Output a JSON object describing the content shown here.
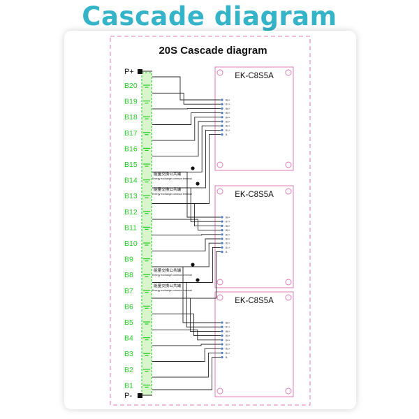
{
  "header": {
    "title": "Cascade diagram"
  },
  "diagram": {
    "title": "20S Cascade diagram",
    "terminals": {
      "positive": "P+",
      "negative": "P-"
    },
    "cells": [
      "B20",
      "B19",
      "B18",
      "B17",
      "B16",
      "B15",
      "B14",
      "B13",
      "B12",
      "B11",
      "B10",
      "B9",
      "B8",
      "B7",
      "B6",
      "B5",
      "B4",
      "B3",
      "B2",
      "B1"
    ],
    "boards": [
      {
        "label": "EK-C8S5A",
        "pins": [
          "B8+",
          "B7+",
          "B6+",
          "B5+",
          "B4+",
          "B3+",
          "B2+",
          "B1+",
          "B-"
        ]
      },
      {
        "label": "EK-C8S5A",
        "pins": [
          "B8+",
          "B7+",
          "B6+",
          "B5+",
          "B4+",
          "B3+",
          "B2+",
          "B1+",
          "B-"
        ]
      },
      {
        "label": "EK-C8S5A",
        "pins": [
          "B8+",
          "B7+",
          "B6+",
          "B5+",
          "B4+",
          "B3+",
          "B2+",
          "B1+",
          "B-"
        ]
      }
    ],
    "common_terminal_label_cn": "能量交换公共端",
    "common_terminal_label_en": "Energy exchange common terminal",
    "colors": {
      "accent": "#35b3c9",
      "cell": "#22cc22",
      "cell_fill": "#d8f5cc",
      "frame": "#e07ab8",
      "wire": "#222222",
      "pin": "#4a78c8"
    }
  }
}
